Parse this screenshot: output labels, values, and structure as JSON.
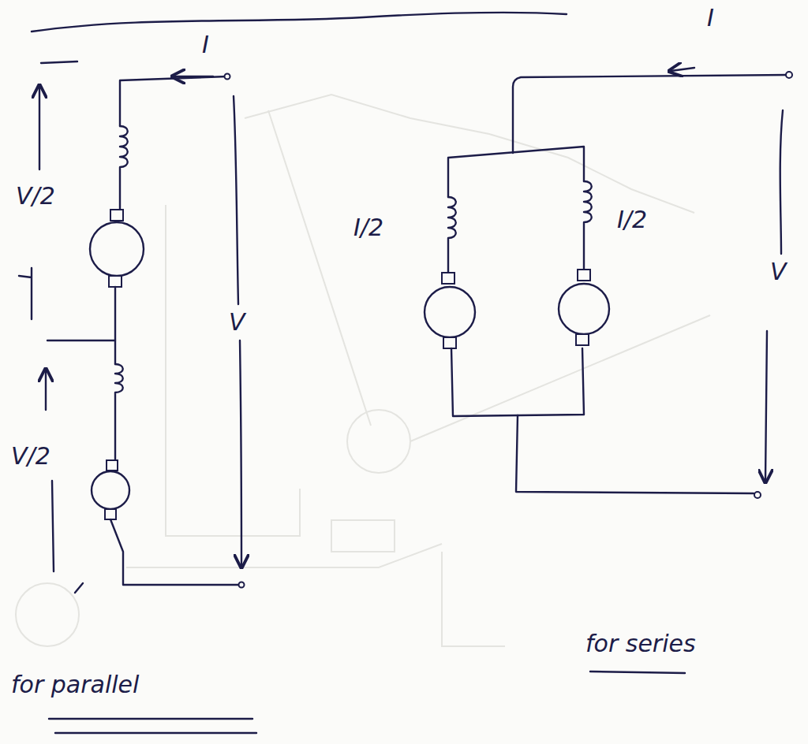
{
  "diagram": {
    "labels": [
      "V/2",
      "V/2",
      "I",
      "V",
      "I/2",
      "I/2",
      "I",
      "V",
      "for parallel",
      "for series"
    ]
  }
}
